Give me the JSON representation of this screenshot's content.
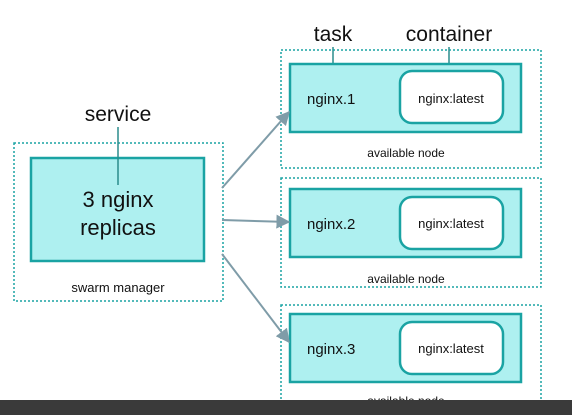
{
  "diagram": {
    "labels": {
      "service": "service",
      "task": "task",
      "container": "container"
    },
    "manager": {
      "service_line1": "3 nginx",
      "service_line2": "replicas",
      "caption": "swarm manager"
    },
    "nodes": [
      {
        "task": "nginx.1",
        "container": "nginx:latest",
        "caption": "available node"
      },
      {
        "task": "nginx.2",
        "container": "nginx:latest",
        "caption": "available node"
      },
      {
        "task": "nginx.3",
        "container": "nginx:latest",
        "caption": "available node"
      }
    ]
  },
  "subtitle": "",
  "colors": {
    "fill": "#aef0f0",
    "stroke": "#1aa3a3",
    "arrow": "#7f9ca8"
  }
}
